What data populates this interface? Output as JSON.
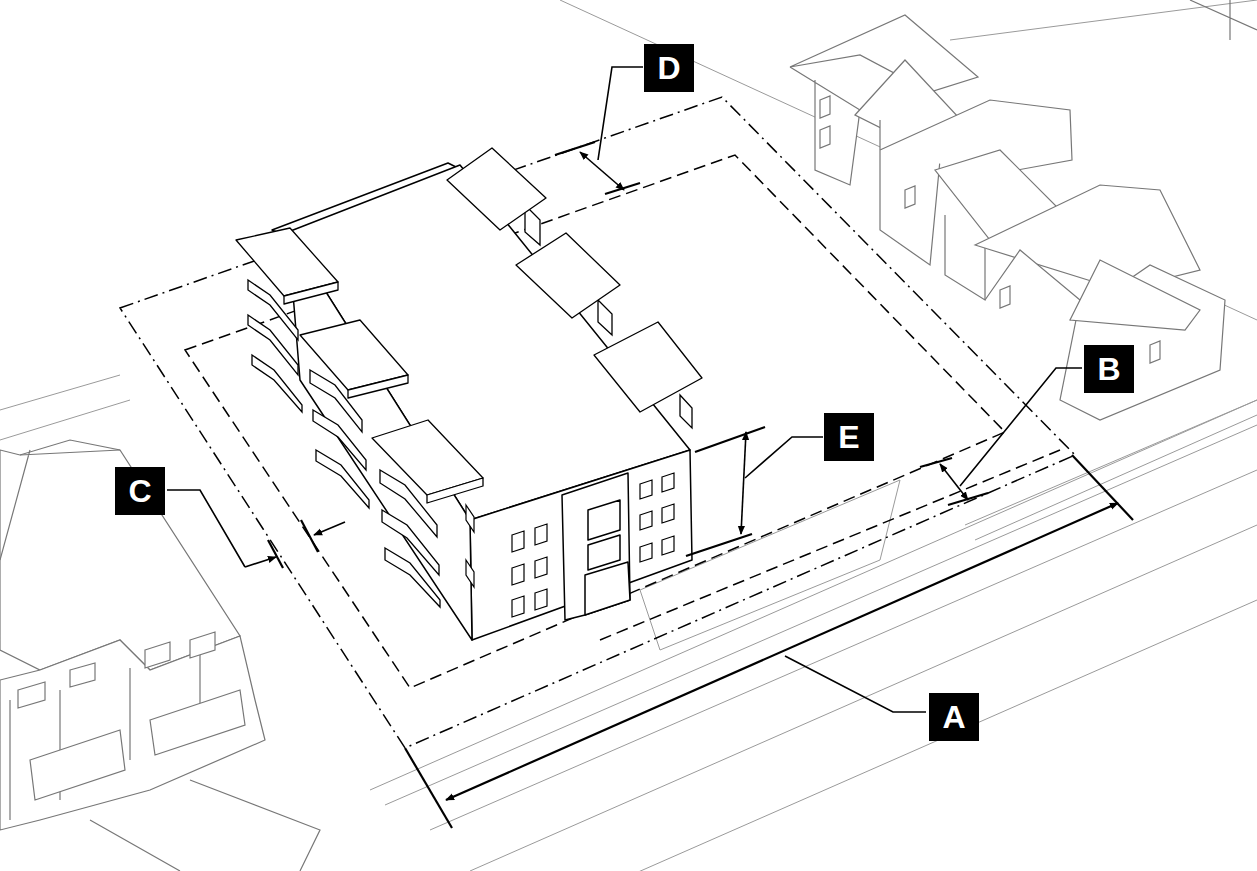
{
  "diagram": {
    "nodes": [
      {
        "text": [
          "D"
        ]
      },
      {
        "text": [
          "B"
        ]
      },
      {
        "text": [
          "E"
        ]
      },
      {
        "text": [
          "C"
        ]
      },
      {
        "text": [
          "A"
        ]
      }
    ]
  }
}
